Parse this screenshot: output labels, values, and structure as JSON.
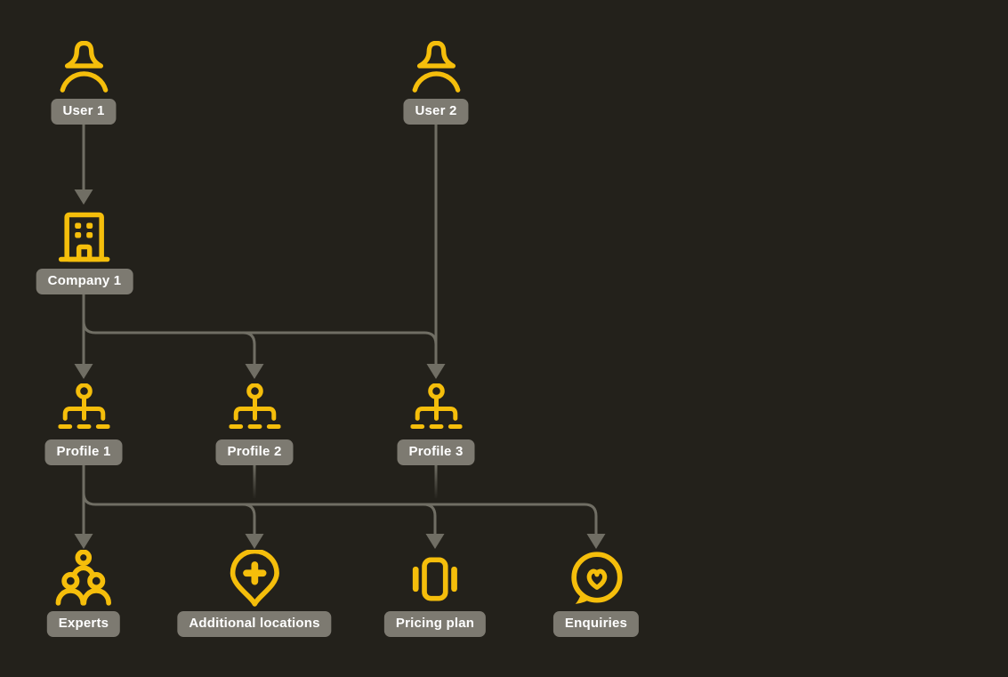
{
  "colors": {
    "background": "#23211b",
    "icon_yellow": "#f5be0b",
    "label_bg": "#7d7a71",
    "label_text": "#ffffff",
    "connector": "#706e64"
  },
  "nodes": {
    "user1": {
      "label": "User 1",
      "icon": "user-icon"
    },
    "user2": {
      "label": "User 2",
      "icon": "user-icon"
    },
    "company1": {
      "label": "Company 1",
      "icon": "company-building-icon"
    },
    "profile1": {
      "label": "Profile 1",
      "icon": "profile-sitemap-icon"
    },
    "profile2": {
      "label": "Profile 2",
      "icon": "profile-sitemap-icon"
    },
    "profile3": {
      "label": "Profile 3",
      "icon": "profile-sitemap-icon"
    },
    "experts": {
      "label": "Experts",
      "icon": "experts-group-icon"
    },
    "additional_locations": {
      "label": "Additional locations",
      "icon": "location-pin-plus-icon"
    },
    "pricing_plan": {
      "label": "Pricing plan",
      "icon": "pricing-plan-icon"
    },
    "enquiries": {
      "label": "Enquiries",
      "icon": "enquiries-chat-heart-icon"
    }
  },
  "edges": [
    "user1 -> company1",
    "user2 -> profile3",
    "company1 -> profile1",
    "company1 -> profile2",
    "company1 -> profile3",
    "profile1, profile2, profile3 -> experts",
    "profile1, profile2, profile3 -> additional_locations",
    "profile1, profile2, profile3 -> pricing_plan",
    "profile1, profile2, profile3 -> enquiries"
  ]
}
